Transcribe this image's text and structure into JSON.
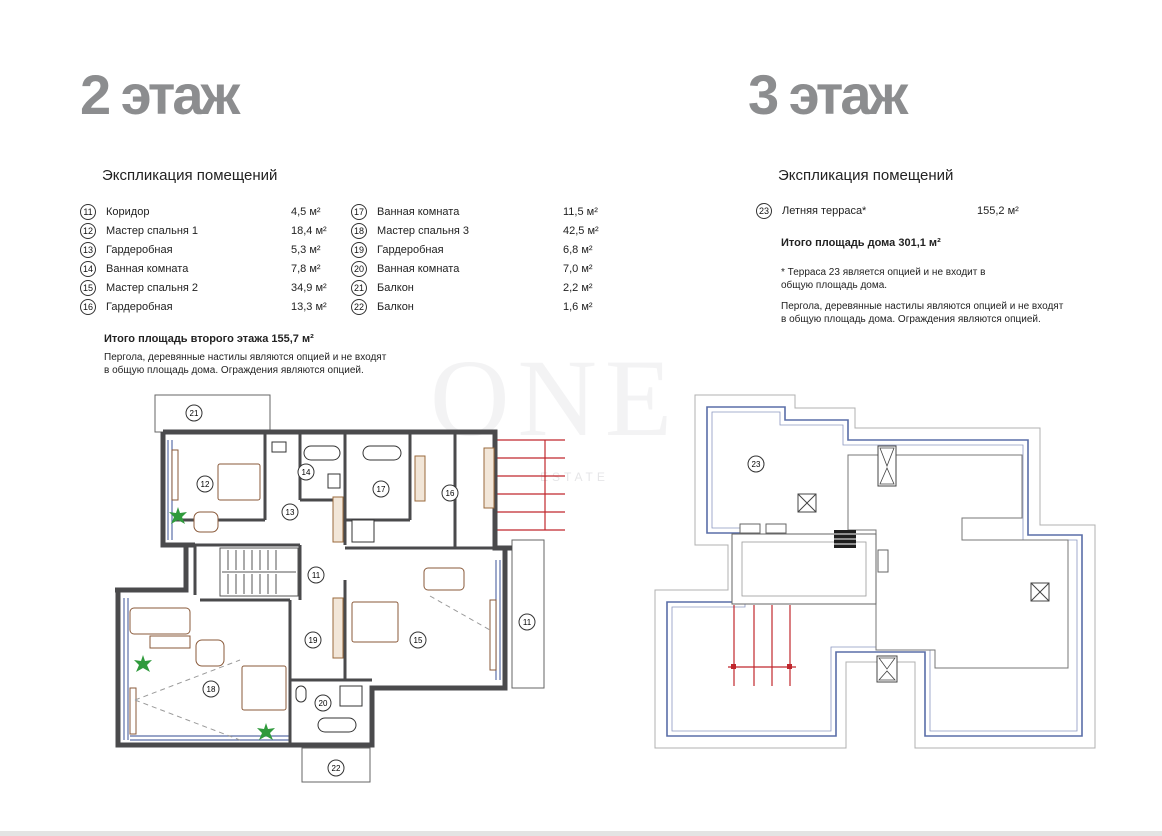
{
  "floor2": {
    "title": "2 этаж",
    "explication_title": "Экспликация помещений",
    "rooms_left": [
      {
        "num": "11",
        "name": "Коридор",
        "area": "4,5 м²"
      },
      {
        "num": "12",
        "name": "Мастер спальня 1",
        "area": "18,4 м²"
      },
      {
        "num": "13",
        "name": "Гардеробная",
        "area": "5,3 м²"
      },
      {
        "num": "14",
        "name": "Ванная комната",
        "area": "7,8 м²"
      },
      {
        "num": "15",
        "name": "Мастер спальня 2",
        "area": "34,9 м²"
      },
      {
        "num": "16",
        "name": "Гардеробная",
        "area": "13,3 м²"
      }
    ],
    "rooms_right": [
      {
        "num": "17",
        "name": "Ванная комната",
        "area": "11,5 м²"
      },
      {
        "num": "18",
        "name": "Мастер спальня 3",
        "area": "42,5 м²"
      },
      {
        "num": "19",
        "name": "Гардеробная",
        "area": "6,8 м²"
      },
      {
        "num": "20",
        "name": "Ванная комната",
        "area": "7,0 м²"
      },
      {
        "num": "21",
        "name": "Балкон",
        "area": "2,2 м²"
      },
      {
        "num": "22",
        "name": "Балкон",
        "area": "1,6 м²"
      }
    ],
    "total": "Итого площадь второго этажа 155,7 м²",
    "note_line1": "Пергола, деревянные настилы являются опцией и не входят",
    "note_line2": "в общую площадь дома. Ограждения являются опцией.",
    "plan_labels": {
      "r11": "11",
      "r11b": "11",
      "r12": "12",
      "r13": "13",
      "r14": "14",
      "r15": "15",
      "r16": "16",
      "r17": "17",
      "r18": "18",
      "r19": "19",
      "r20": "20",
      "r21": "21",
      "r22": "22"
    }
  },
  "floor3": {
    "title": "3 этаж",
    "explication_title": "Экспликация помещений",
    "rooms": [
      {
        "num": "23",
        "name": "Летняя терраса*",
        "area": "155,2 м²"
      }
    ],
    "total": "Итого площадь дома 301,1 м²",
    "footnote_line1": "* Терраса 23 является опцией и не входит в",
    "footnote_line2": "общую площадь дома.",
    "note_line1": "Пергола, деревянные настилы являются опцией и не входят",
    "note_line2": "в общую площадь дома. Ограждения являются опцией.",
    "plan_labels": {
      "r23": "23"
    }
  },
  "watermark": {
    "text": "ONE",
    "sub": "ESTATE"
  },
  "colors": {
    "title": "#8c8d8f",
    "wall": "#4a4a4c",
    "glass": "#5a6ea8",
    "pergola": "#c0272d",
    "tree": "#2f9a3c",
    "dash": "#9a9a9a"
  }
}
